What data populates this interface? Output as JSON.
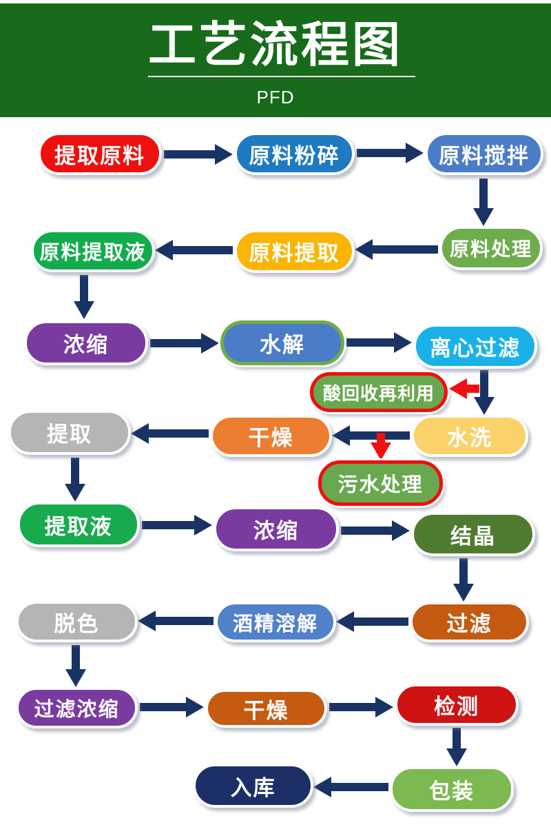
{
  "header": {
    "title": "工艺流程图",
    "subtitle": "PFD",
    "background_color": "#176b1b",
    "text_color": "#ffffff"
  },
  "diagram": {
    "arrow_color": "#1a3365",
    "alert_arrow_color": "#ee1111",
    "nodes": [
      {
        "id": "extract-raw-material",
        "label": "提取原料",
        "fill": "#ee0f0f"
      },
      {
        "id": "raw-crushing",
        "label": "原料粉碎",
        "fill": "#1e7ac1"
      },
      {
        "id": "raw-stirring",
        "label": "原料搅拌",
        "fill": "#4a7cc7"
      },
      {
        "id": "raw-processing",
        "label": "原料处理",
        "fill": "#6fac4d"
      },
      {
        "id": "raw-extraction",
        "label": "原料提取",
        "fill": "#f9b502"
      },
      {
        "id": "raw-extract-liquid",
        "label": "原料提取液",
        "fill": "#13ac4d"
      },
      {
        "id": "concentrate-1",
        "label": "浓缩",
        "fill": "#7a3ba1"
      },
      {
        "id": "hydrolysis",
        "label": "水解",
        "fill": "#4a7cc7",
        "border": "#6fad47"
      },
      {
        "id": "centrifugal-filter",
        "label": "离心过滤",
        "fill": "#19b2e8"
      },
      {
        "id": "acid-recovery",
        "label": "酸回收再利用",
        "fill": "#6aa84f",
        "border": "#ee0f0f"
      },
      {
        "id": "water-wash",
        "label": "水洗",
        "fill": "#fad269"
      },
      {
        "id": "drying-1",
        "label": "干燥",
        "fill": "#ed7d31"
      },
      {
        "id": "extraction",
        "label": "提取",
        "fill": "#b5b5b5"
      },
      {
        "id": "sewage-treatment",
        "label": "污水处理",
        "fill": "#6aa84f",
        "border": "#ee0f0f"
      },
      {
        "id": "extract-solution",
        "label": "提取液",
        "fill": "#17ab4e"
      },
      {
        "id": "concentrate-2",
        "label": "浓缩",
        "fill": "#7a3ba1"
      },
      {
        "id": "crystallization",
        "label": "结晶",
        "fill": "#4f7b31"
      },
      {
        "id": "filtration",
        "label": "过滤",
        "fill": "#c55a11"
      },
      {
        "id": "alcohol-dissolve",
        "label": "酒精溶解",
        "fill": "#5181c9"
      },
      {
        "id": "decolorization",
        "label": "脱色",
        "fill": "#b5b5b5"
      },
      {
        "id": "filter-concentrate",
        "label": "过滤浓缩",
        "fill": "#7a3ba1"
      },
      {
        "id": "drying-2",
        "label": "干燥",
        "fill": "#c55a11"
      },
      {
        "id": "inspection",
        "label": "检测",
        "fill": "#cf1212"
      },
      {
        "id": "packaging",
        "label": "包装",
        "fill": "#7cb950"
      },
      {
        "id": "warehousing",
        "label": "入库",
        "fill": "#1c2f66"
      }
    ],
    "edges": [
      {
        "from": "extract-raw-material",
        "to": "raw-crushing",
        "type": "main"
      },
      {
        "from": "raw-crushing",
        "to": "raw-stirring",
        "type": "main"
      },
      {
        "from": "raw-stirring",
        "to": "raw-processing",
        "type": "main"
      },
      {
        "from": "raw-processing",
        "to": "raw-extraction",
        "type": "main"
      },
      {
        "from": "raw-extraction",
        "to": "raw-extract-liquid",
        "type": "main"
      },
      {
        "from": "raw-extract-liquid",
        "to": "concentrate-1",
        "type": "main"
      },
      {
        "from": "concentrate-1",
        "to": "hydrolysis",
        "type": "main"
      },
      {
        "from": "hydrolysis",
        "to": "centrifugal-filter",
        "type": "main"
      },
      {
        "from": "centrifugal-filter",
        "to": "water-wash",
        "type": "main"
      },
      {
        "from": "centrifugal-filter",
        "to": "acid-recovery",
        "type": "alert"
      },
      {
        "from": "water-wash",
        "to": "drying-1",
        "type": "main"
      },
      {
        "from": "water-wash",
        "to": "sewage-treatment",
        "type": "alert"
      },
      {
        "from": "drying-1",
        "to": "extraction",
        "type": "main"
      },
      {
        "from": "extraction",
        "to": "extract-solution",
        "type": "main"
      },
      {
        "from": "extract-solution",
        "to": "concentrate-2",
        "type": "main"
      },
      {
        "from": "concentrate-2",
        "to": "crystallization",
        "type": "main"
      },
      {
        "from": "crystallization",
        "to": "filtration",
        "type": "main"
      },
      {
        "from": "filtration",
        "to": "alcohol-dissolve",
        "type": "main"
      },
      {
        "from": "alcohol-dissolve",
        "to": "decolorization",
        "type": "main"
      },
      {
        "from": "decolorization",
        "to": "filter-concentrate",
        "type": "main"
      },
      {
        "from": "filter-concentrate",
        "to": "drying-2",
        "type": "main"
      },
      {
        "from": "drying-2",
        "to": "inspection",
        "type": "main"
      },
      {
        "from": "inspection",
        "to": "packaging",
        "type": "main"
      },
      {
        "from": "packaging",
        "to": "warehousing",
        "type": "main"
      }
    ]
  }
}
